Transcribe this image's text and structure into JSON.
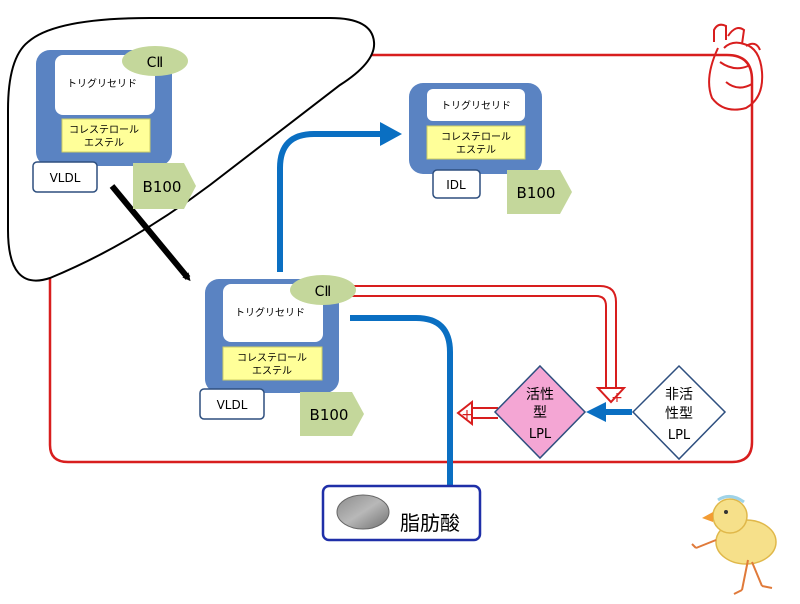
{
  "vldl_liver": {
    "apoc2": "CⅡ",
    "triglyceride": "トリグリセリド",
    "ester_line1": "コレステロール",
    "ester_line2": "エステル",
    "label": "VLDL",
    "b100": "B100"
  },
  "idl": {
    "triglyceride": "トリグリセリド",
    "ester_line1": "コレステロール",
    "ester_line2": "エステル",
    "label": "IDL",
    "b100": "B100"
  },
  "vldl_blood": {
    "apoc2": "CⅡ",
    "triglyceride": "トリグリセリド",
    "ester_line1": "コレステロール",
    "ester_line2": "エステル",
    "label": "VLDL",
    "b100": "B100"
  },
  "lpl_active": {
    "line1": "活性",
    "line2": "型",
    "line3": "LPL"
  },
  "lpl_inactive": {
    "line1": "非活",
    "line2": "性型",
    "line3": "LPL"
  },
  "plus_sign": "+",
  "fatty_acid": "脂肪酸",
  "colors": {
    "particle_blue": "#5a83c2",
    "triglyceride_white": "#ffffff",
    "ester_yellow": "#ffff99",
    "apo_green": "#c4d79b",
    "b100_green": "#c4d79b",
    "flow_blue": "#0a6fc2",
    "vessel_red": "#d81e1e",
    "active_lpl_pink": "#f4a6d4",
    "inactive_lpl_border": "#2e4f7f",
    "fatty_acid_border": "#1f2fa8"
  }
}
